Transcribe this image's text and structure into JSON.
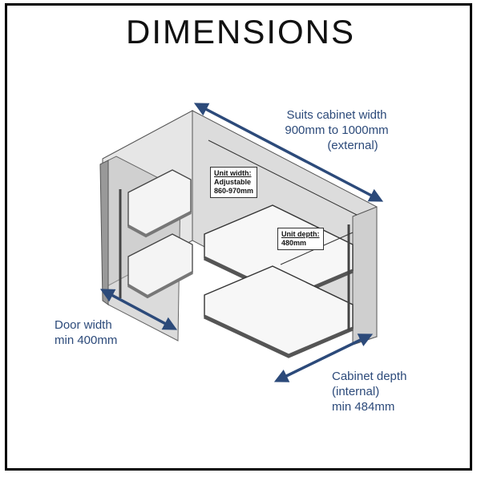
{
  "title": "DIMENSIONS",
  "labels": {
    "cabinet_width": [
      "Suits cabinet width",
      "900mm to 1000mm",
      "(external)"
    ],
    "door_width": [
      "Door width",
      "min 400mm"
    ],
    "cabinet_depth": [
      "Cabinet depth",
      "(internal)",
      "min 484mm"
    ]
  },
  "callouts": {
    "unit_width": {
      "heading": "Unit width:",
      "lines": [
        "Adjustable",
        "860-970mm"
      ]
    },
    "unit_depth": {
      "heading": "Unit depth:",
      "lines": [
        "480mm"
      ]
    }
  },
  "colors": {
    "arrow": "#2c4a7a",
    "text": "#2c4a7a",
    "frame": "#000000"
  }
}
